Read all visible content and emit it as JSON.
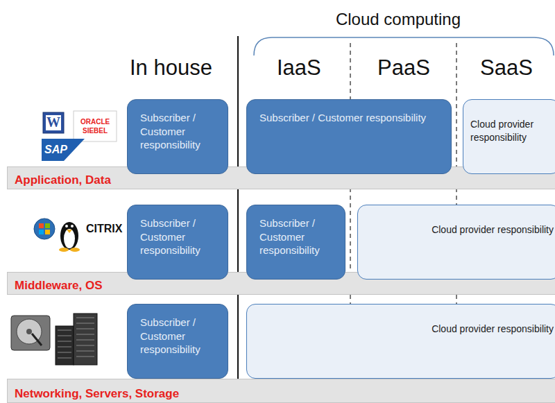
{
  "diagram": {
    "title": "Cloud computing",
    "nodes": [
      {
        "text": [
          "Subscriber / Customer responsibility"
        ]
      },
      {
        "text": [
          "Subscriber / Customer responsibility"
        ]
      },
      {
        "text": [
          "Cloud provider responsibility"
        ]
      },
      {
        "text": [
          "Application, Data"
        ]
      },
      {
        "text": [
          "Subscriber / Customer responsibility"
        ]
      },
      {
        "text": [
          "Subscriber / Customer responsibility"
        ]
      },
      {
        "text": [
          "Cloud provider responsibility"
        ]
      },
      {
        "text": [
          "Middleware, OS"
        ]
      },
      {
        "text": [
          "Subscriber / Customer responsibility"
        ]
      },
      {
        "text": [
          "Cloud provider responsibility"
        ]
      },
      {
        "text": [
          "Networking, Servers, Storage"
        ]
      }
    ],
    "labels": [
      "In house",
      "IaaS",
      "PaaS",
      "SaaS",
      "W",
      "ORACLE",
      "SIEBEL",
      "SAP",
      "CITRIX"
    ]
  }
}
